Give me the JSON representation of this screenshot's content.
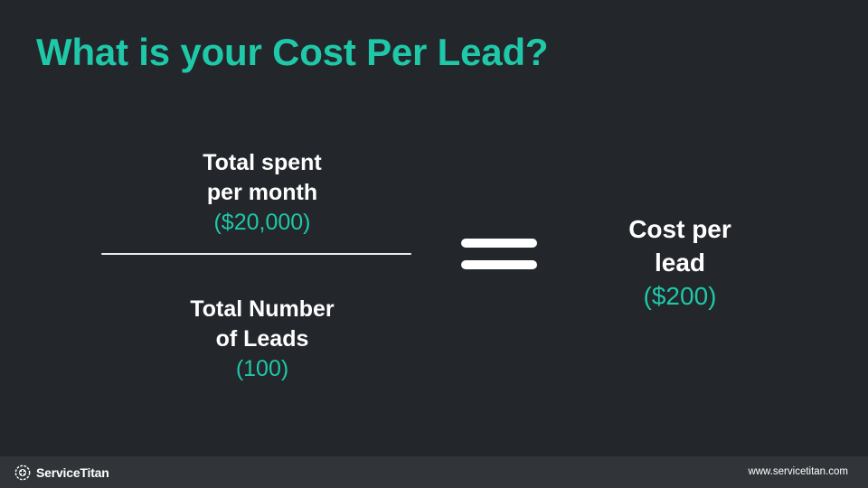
{
  "slide": {
    "title": "What is your Cost Per Lead?",
    "numerator": {
      "line1": "Total spent",
      "line2": "per month",
      "value": "($20,000)"
    },
    "denominator": {
      "line1": "Total Number",
      "line2": "of Leads",
      "value": "(100)"
    },
    "result": {
      "line1": "Cost per",
      "line2": "lead",
      "value": "($200)"
    }
  },
  "footer": {
    "brand_name": "ServiceTitan",
    "brand_icon": "servicetitan-logo-icon",
    "url": "www.servicetitan.com"
  },
  "colors": {
    "background": "#23262b",
    "accent": "#1fc8a8",
    "text": "#ffffff",
    "footer_background": "#313438"
  }
}
